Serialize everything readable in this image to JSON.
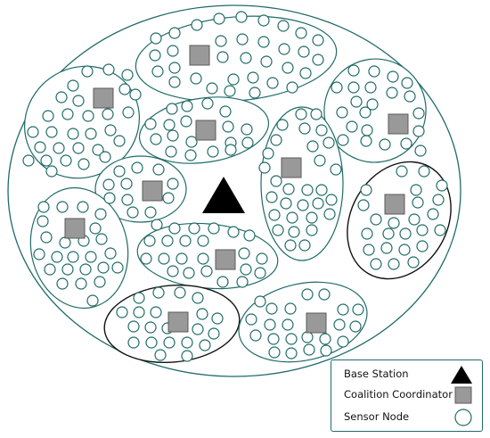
{
  "legend": {
    "base_station": "Base Station",
    "coalition_coordinator": "Coalition Coordinator",
    "sensor_node": "Sensor Node"
  },
  "colors": {
    "teal": "#1f6b68",
    "black_outline": "#111111",
    "coordinator_fill": "#999999",
    "coordinator_stroke": "#5a5a5a",
    "base_station_fill": "#000000",
    "background": "#ffffff"
  }
}
